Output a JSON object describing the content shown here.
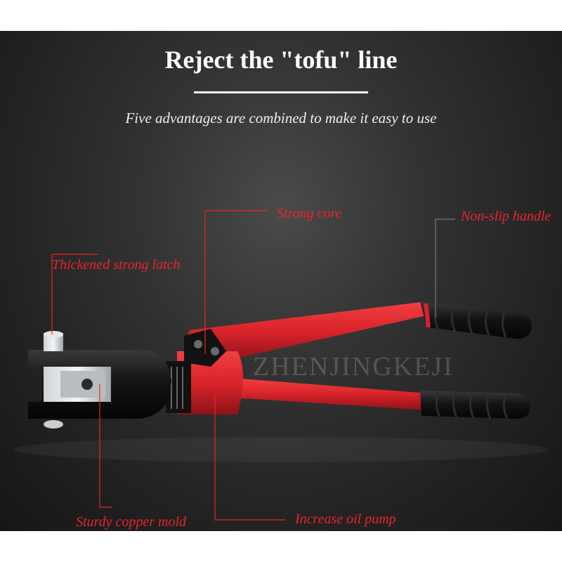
{
  "headline": "Reject the \"tofu\" line",
  "subheadline": "Five advantages are combined to make it easy to use",
  "watermark": "ZHENJINGKEJI",
  "callouts": {
    "strong_core": "Strong core",
    "non_slip_handle": "Non-slip handle",
    "thickened_latch": "Thickened strong latch",
    "copper_mold": "Sturdy copper mold",
    "oil_pump": "Increase oil pump"
  },
  "colors": {
    "accent_red": "#e8262a",
    "tool_red": "#d9232b",
    "background": "#2b2b2b",
    "grip_black": "#141414"
  },
  "icons": {
    "tool": "hydraulic-crimping-tool"
  }
}
